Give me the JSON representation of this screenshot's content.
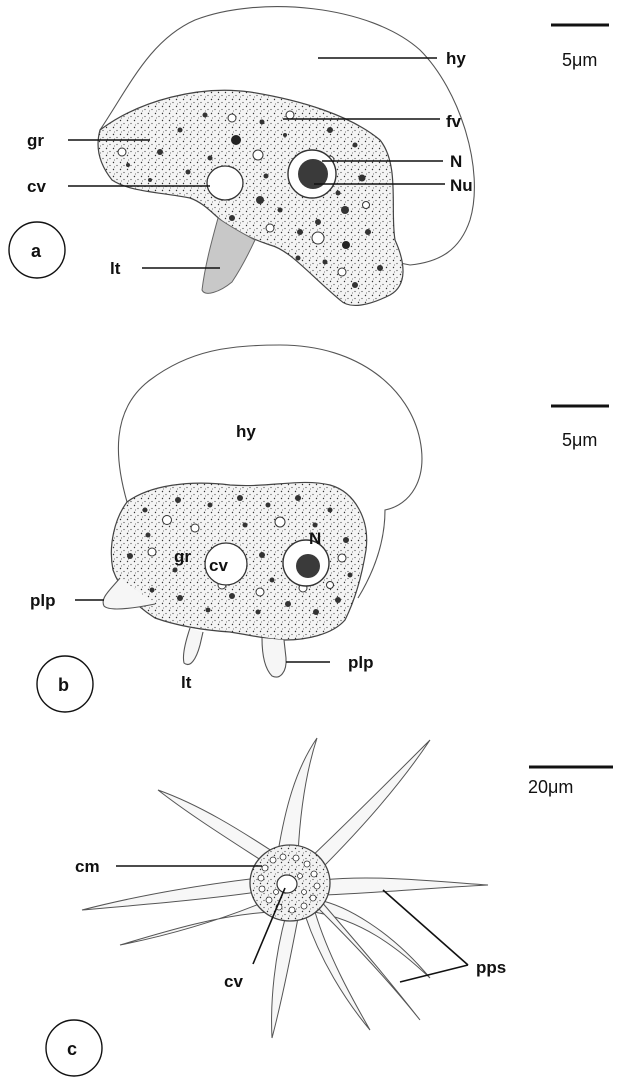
{
  "panels": [
    {
      "id": "a",
      "scale_label": "5μm",
      "labels": {
        "hy": "hy",
        "fv": "fv",
        "gr": "gr",
        "N": "N",
        "cv": "cv",
        "Nu": "Nu",
        "lt": "lt"
      }
    },
    {
      "id": "b",
      "scale_label": "5μm",
      "labels": {
        "hy": "hy",
        "N": "N",
        "gr": "gr",
        "cv": "cv",
        "plp_left": "plp",
        "plp_right": "plp",
        "lt": "lt"
      }
    },
    {
      "id": "c",
      "scale_label": "20μm",
      "labels": {
        "cm": "cm",
        "cv": "cv",
        "pps": "pps"
      }
    }
  ]
}
